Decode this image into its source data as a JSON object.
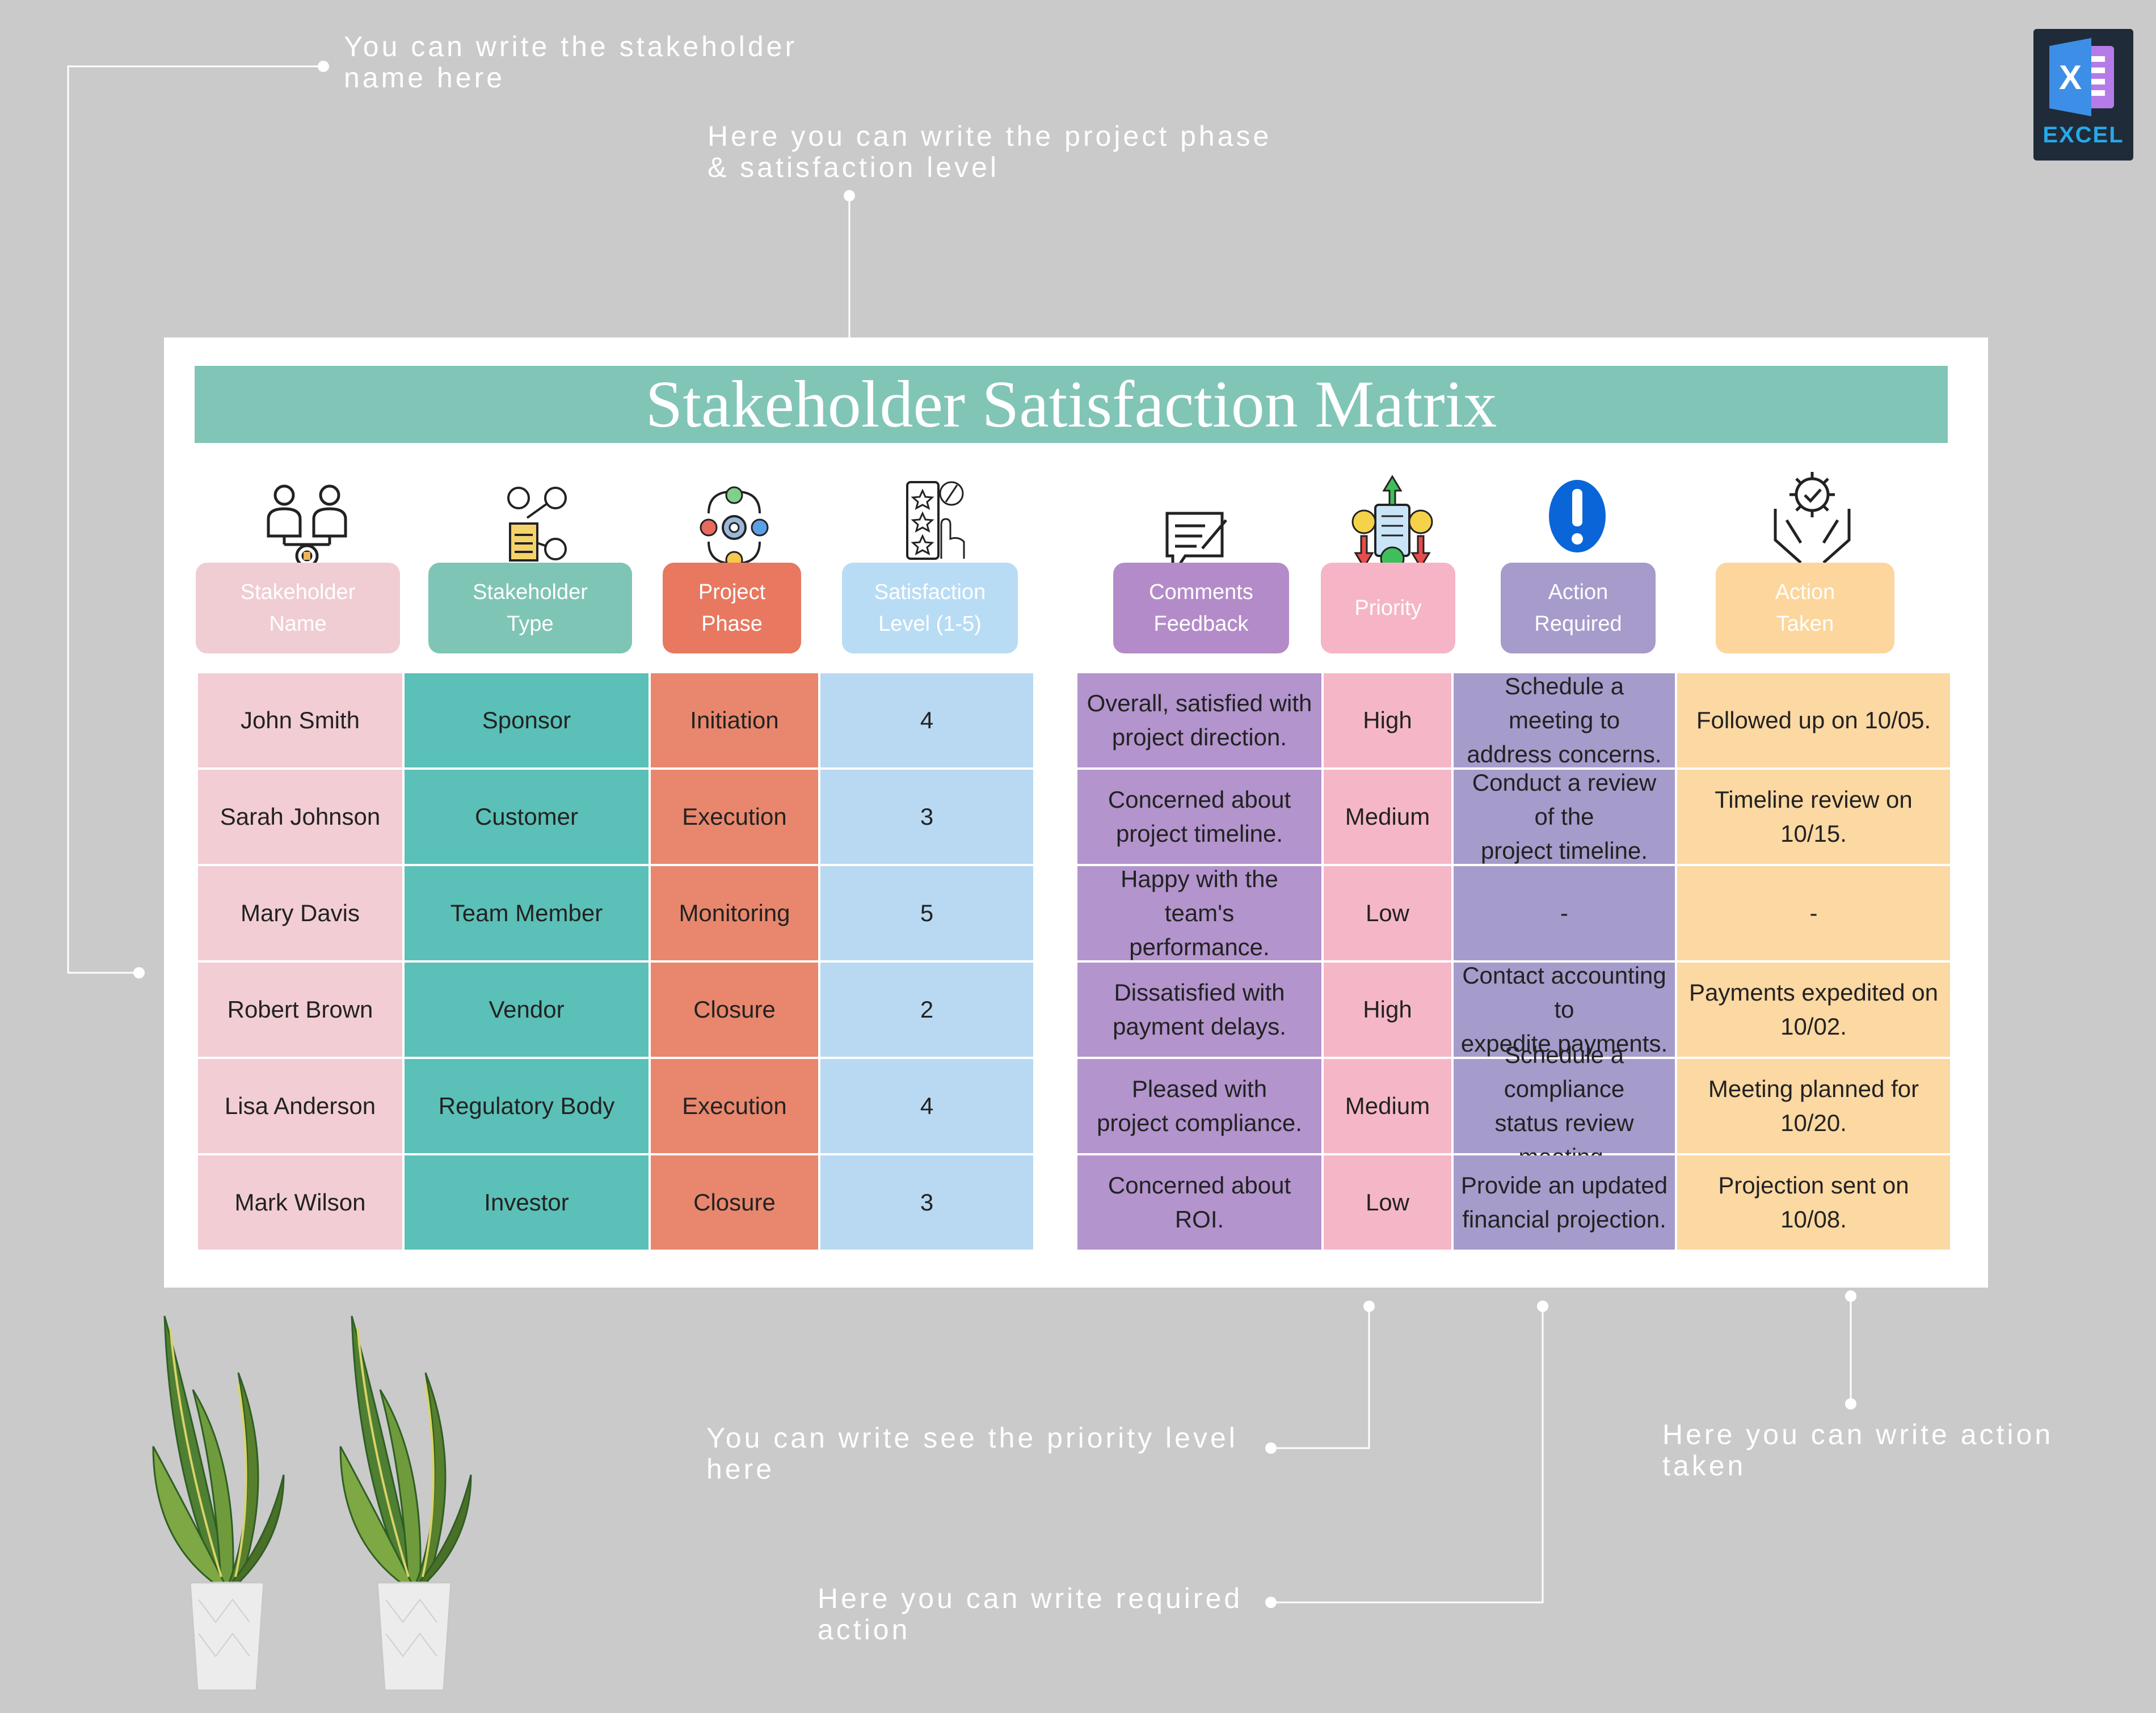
{
  "callouts": {
    "stakeholder_name": [
      "You can write the stakeholder",
      "name here"
    ],
    "project_phase": [
      "Here you can write the project phase",
      "& satisfaction level"
    ],
    "priority": [
      "You can write see the priority level",
      "here"
    ],
    "required_action": [
      "Here you can write required",
      "action"
    ],
    "action_taken": [
      "Here you can write action",
      "taken"
    ]
  },
  "logo": {
    "label": "EXCEL"
  },
  "matrix": {
    "title": "Stakeholder Satisfaction Matrix",
    "headers": [
      {
        "lines": [
          "Stakeholder",
          "Name"
        ],
        "color": "#f0cdd3",
        "icon": "stakeholder-icon"
      },
      {
        "lines": [
          "Stakeholder",
          "Type"
        ],
        "color": "#7fc5b5",
        "icon": "network-icon"
      },
      {
        "lines": [
          "Project",
          "Phase"
        ],
        "color": "#e8785f",
        "icon": "gears-cycle-icon"
      },
      {
        "lines": [
          "Satisfaction",
          "Level (1-5)"
        ],
        "color": "#b9dcf5",
        "icon": "star-rating-icon"
      },
      {
        "lines": [
          "Comments",
          "Feedback"
        ],
        "color": "#b48bc9",
        "icon": "feedback-icon"
      },
      {
        "lines": [
          "Priority"
        ],
        "color": "#f5b5c6",
        "icon": "priority-icon"
      },
      {
        "lines": [
          "Action",
          "Required"
        ],
        "color": "#a69bcb",
        "icon": "exclamation-icon"
      },
      {
        "lines": [
          "Action",
          "Taken"
        ],
        "color": "#fcd69c",
        "icon": "hands-gear-icon"
      }
    ],
    "column_colors": [
      "#f2cdd4",
      "#5bc0b7",
      "#e8876d",
      "#b9d9f2",
      "#b394cd",
      "#f5b7c7",
      "#a59ccb",
      "#fcd8a2"
    ],
    "rows": [
      {
        "name": "John Smith",
        "type": "Sponsor",
        "phase": "Initiation",
        "level": "4",
        "comments": [
          "Overall, satisfied with",
          "project direction."
        ],
        "priority": "High",
        "action_required": [
          "Schedule a meeting to",
          "address concerns."
        ],
        "action_taken": "Followed up on 10/05."
      },
      {
        "name": "Sarah Johnson",
        "type": "Customer",
        "phase": "Execution",
        "level": "3",
        "comments": [
          "Concerned about",
          "project timeline."
        ],
        "priority": "Medium",
        "action_required": [
          "Conduct a review of the",
          "project timeline."
        ],
        "action_taken": "Timeline review on 10/15."
      },
      {
        "name": "Mary Davis",
        "type": "Team Member",
        "phase": "Monitoring",
        "level": "5",
        "comments": [
          "Happy with the team's",
          "performance."
        ],
        "priority": "Low",
        "action_required": [
          "-"
        ],
        "action_taken": "-"
      },
      {
        "name": "Robert Brown",
        "type": "Vendor",
        "phase": "Closure",
        "level": "2",
        "comments": [
          "Dissatisfied with",
          "payment delays."
        ],
        "priority": "High",
        "action_required": [
          "Contact accounting to",
          "expedite payments."
        ],
        "action_taken": "Payments expedited on 10/02."
      },
      {
        "name": "Lisa Anderson",
        "type": "Regulatory Body",
        "phase": "Execution",
        "level": "4",
        "comments": [
          "Pleased with",
          "project compliance."
        ],
        "priority": "Medium",
        "action_required": [
          "Schedule a compliance",
          "status review meeting."
        ],
        "action_taken": "Meeting planned for 10/20."
      },
      {
        "name": "Mark Wilson",
        "type": "Investor",
        "phase": "Closure",
        "level": "3",
        "comments": [
          "Concerned about ROI."
        ],
        "priority": "Low",
        "action_required": [
          "Provide an updated",
          "financial projection."
        ],
        "action_taken": "Projection sent on 10/08."
      }
    ]
  }
}
